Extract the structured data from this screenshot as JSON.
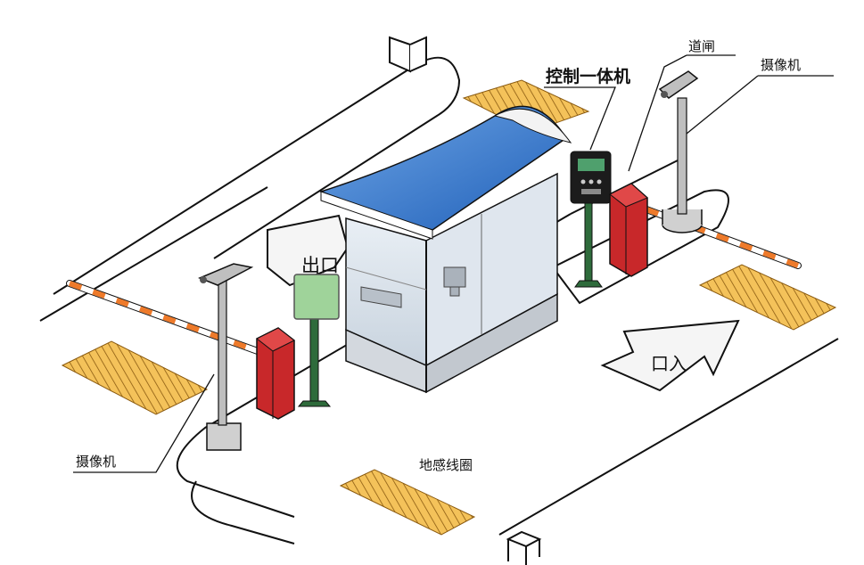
{
  "labels": {
    "controller": "控制一体机",
    "barrier_gate": "道闸",
    "camera_right": "摄像机",
    "camera_left": "摄像机",
    "loop_detector": "地感线圈",
    "exit": "出口",
    "entrance": "口入"
  },
  "colors": {
    "line": "#111111",
    "hatch": "#f4c25a",
    "roof": "#3d7fcf",
    "gate_red": "#c8282a",
    "boom_orange": "#ee7a2a",
    "sign_green": "#9fd39a",
    "pole_green": "#2e6b3b",
    "booth_glass": "#d9e3ec",
    "camera_gray": "#bfbfbf"
  }
}
